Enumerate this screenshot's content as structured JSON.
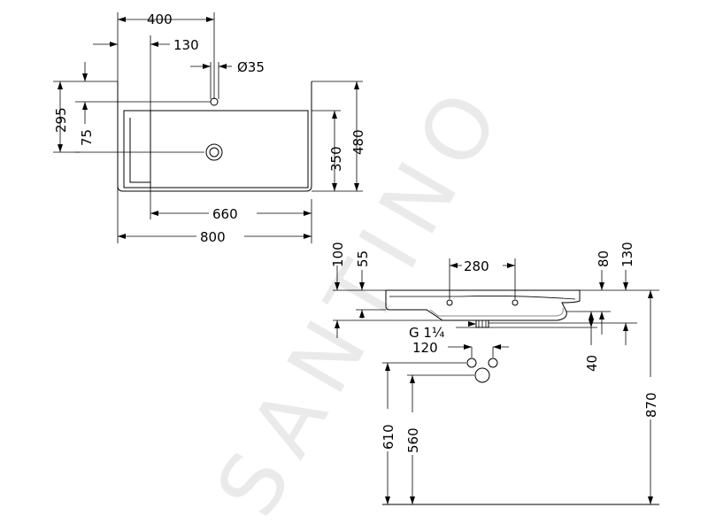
{
  "watermark": "SANTINO",
  "top_view": {
    "width_total": "800",
    "width_inner": "660",
    "depth_total": "480",
    "depth_inner": "350",
    "drain_from_back": "295",
    "inner_offset": "75",
    "tap_offset_x": "400",
    "tap_hole_offset": "130",
    "tap_hole_diameter": "Ø35"
  },
  "side_view": {
    "overflow_spacing": "280",
    "height_100": "100",
    "height_55": "55",
    "height_80": "80",
    "height_130": "130",
    "thread": "G 1¼",
    "waste_spacing": "120",
    "waste_offset": "40",
    "height_610": "610",
    "height_560": "560",
    "height_870": "870"
  }
}
